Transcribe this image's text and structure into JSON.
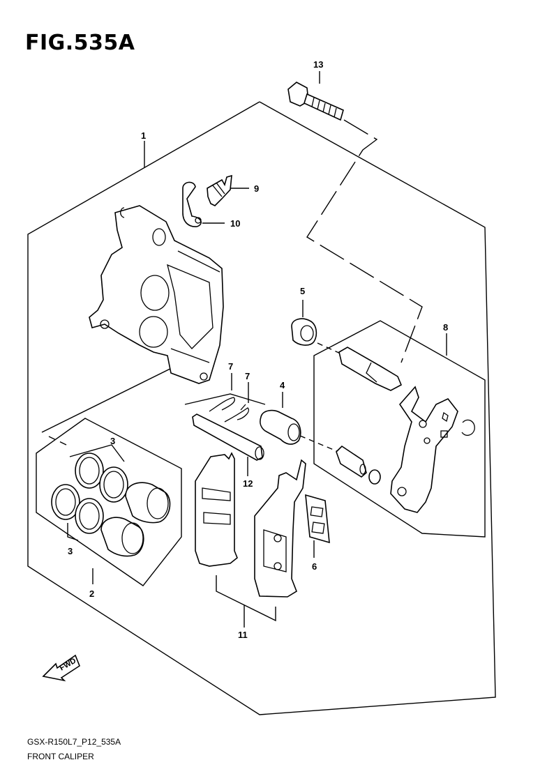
{
  "figure": {
    "title": "FIG.535A"
  },
  "footer": {
    "code": "GSX-R150L7_P12_535A",
    "name": "FRONT CALIPER"
  },
  "fwd_arrow": {
    "label": "FWD"
  },
  "callouts": {
    "c1": "1",
    "c2": "2",
    "c3a": "3",
    "c3b": "3",
    "c4": "4",
    "c5": "5",
    "c6": "6",
    "c7a": "7",
    "c7b": "7",
    "c8": "8",
    "c9": "9",
    "c10": "10",
    "c11": "11",
    "c12": "12",
    "c13": "13"
  }
}
